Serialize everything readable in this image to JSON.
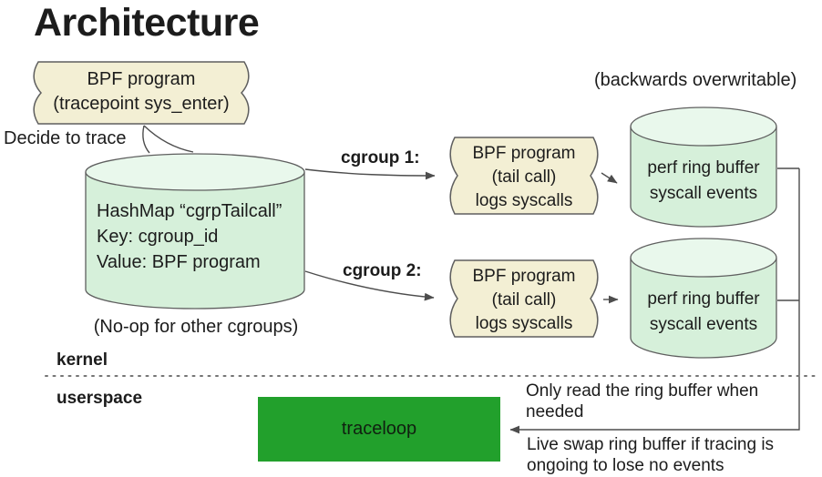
{
  "slide_title": "Architecture",
  "colors": {
    "tape_fill": "#f3efd4",
    "shape_border": "#5f5f5f",
    "cyl_body": "#d6f0da",
    "cyl_top": "#e9f8ec",
    "traceloop_green": "#22a02c",
    "line": "#4d4d4d",
    "text": "#1c1c1c"
  },
  "nodes": {
    "bpf_entry": {
      "text": "BPF program\n(tracepoint sys_enter)"
    },
    "hashmap": {
      "text": "HashMap “cgrpTailcall”\nKey: cgroup_id\nValue: BPF program"
    },
    "tailcall_1": {
      "text": "BPF program\n(tail call)\nlogs syscalls"
    },
    "tailcall_2": {
      "text": "BPF program\n(tail call)\nlogs syscalls"
    },
    "ringbuf_1": {
      "text": "perf ring buffer\nsyscall events"
    },
    "ringbuf_2": {
      "text": "perf ring buffer\nsyscall events"
    },
    "traceloop": {
      "label": "traceloop"
    }
  },
  "labels": {
    "decide_to_trace": "Decide to trace",
    "backwards_overwritable": "(backwards overwritable)",
    "cgroup_1": "cgroup 1:",
    "cgroup_2": "cgroup 2:",
    "noop": "(No-op for other cgroups)",
    "kernel": "kernel",
    "userspace": "userspace",
    "only_read": "Only read the ring buffer when\nneeded",
    "live_swap": "Live swap ring buffer if tracing is\nongoing to lose no events"
  }
}
